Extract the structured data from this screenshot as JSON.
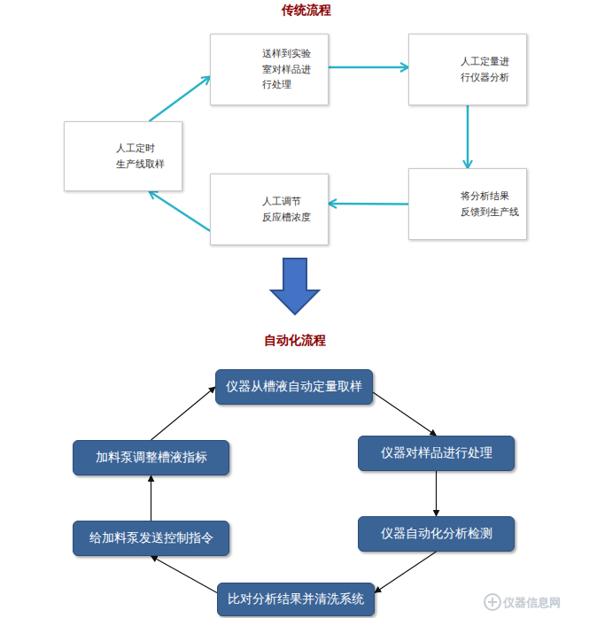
{
  "diagram": {
    "nodes": [
      {
        "text": [
          "人工定时 生产线取样"
        ]
      },
      {
        "text": [
          "送样到实验 室对样品进 行处理"
        ]
      },
      {
        "text": [
          "人工定量进 行仪器分析"
        ]
      },
      {
        "text": [
          "将分析结果 反馈到生产线"
        ]
      },
      {
        "text": [
          "人工调节 反应槽浓度"
        ]
      },
      {
        "text": [
          "仪器从槽液自动定量取样"
        ]
      },
      {
        "text": [
          "仪器对样品进行处理"
        ]
      },
      {
        "text": [
          "仪器自动化分析检测"
        ]
      },
      {
        "text": [
          "比对分析结果并清洗系统"
        ]
      },
      {
        "text": [
          "给加料泵发送控制指令"
        ]
      },
      {
        "text": [
          "加料泵调整槽液指标"
        ]
      }
    ],
    "edges": [
      {
        "from": 0,
        "to": 1,
        "arrow": "to"
      },
      {
        "from": 1,
        "to": 2,
        "arrow": "to"
      },
      {
        "from": 2,
        "to": 3,
        "arrow": "to"
      },
      {
        "from": 3,
        "to": 4,
        "arrow": "to"
      },
      {
        "from": 4,
        "to": 0,
        "arrow": "to"
      },
      {
        "from": 5,
        "to": 6,
        "arrow": "to"
      },
      {
        "from": 6,
        "to": 7,
        "arrow": "to"
      },
      {
        "from": 7,
        "to": 8,
        "arrow": "to"
      },
      {
        "from": 8,
        "to": 9,
        "arrow": "to"
      },
      {
        "from": 9,
        "to": 10,
        "arrow": "to"
      },
      {
        "from": 10,
        "to": 5,
        "arrow": "to"
      }
    ],
    "labels": [
      "传统流程",
      "自动化流程",
      "仪器信息网"
    ]
  }
}
